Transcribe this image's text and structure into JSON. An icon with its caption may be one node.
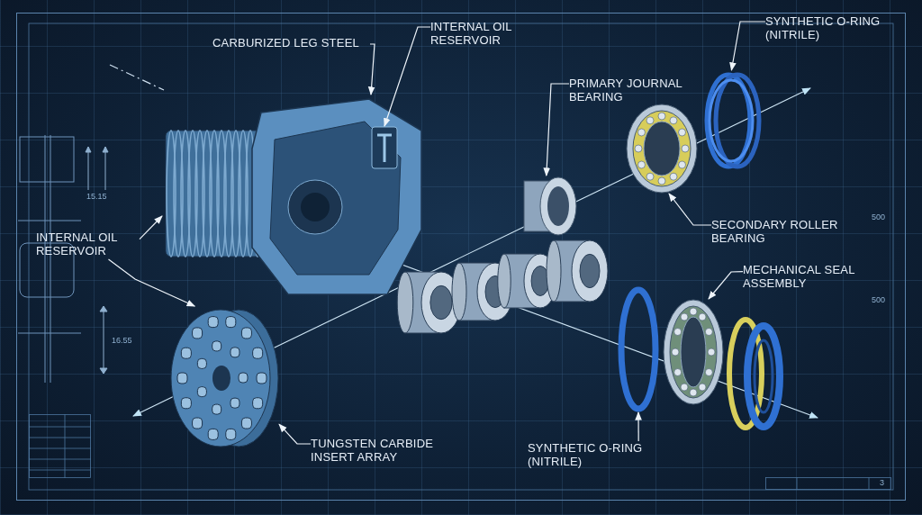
{
  "diagram": {
    "nodes": [
      {
        "text": [
          "CARBURIZED LEG STEEL"
        ]
      },
      {
        "text": [
          "INTERNAL OIL RESERVOIR"
        ]
      },
      {
        "text": [
          "PRIMARY JOURNAL BEARING"
        ]
      },
      {
        "text": [
          "SYNTHETIC O-RING (NITRILE)"
        ]
      },
      {
        "text": [
          "SECONDARY ROLLER BEARING"
        ]
      },
      {
        "text": [
          "INTERNAL OIL RESERVOIR"
        ]
      },
      {
        "text": [
          "MECHANICAL SEAL ASSEMBLY"
        ]
      },
      {
        "text": [
          "TUNGSTEN CARBIDE INSERT ARRAY"
        ]
      },
      {
        "text": [
          "SYNTHETIC O-RING (NITRILE)"
        ]
      },
      {
        "text": [],
        "shape": "picture"
      },
      {
        "text": [],
        "shape": "picture",
        "in": 9
      },
      {
        "text": [],
        "shape": "picture"
      },
      {
        "text": [],
        "shape": "picture"
      },
      {
        "text": [],
        "shape": "picture"
      },
      {
        "text": [],
        "shape": "picture"
      },
      {
        "text": [],
        "shape": "picture"
      },
      {
        "text": [],
        "shape": "circle"
      }
    ],
    "edges": [
      {
        "from": 0,
        "to": 9,
        "arrow": "to"
      },
      {
        "from": 1,
        "to": 10,
        "arrow": "to"
      },
      {
        "from": 2,
        "to": 11,
        "arrow": "to"
      },
      {
        "from": 3,
        "to": 12,
        "arrow": "to"
      },
      {
        "from": 4,
        "to": 13,
        "arrow": "to"
      },
      {
        "from": 5,
        "to": 9,
        "arrow": "to"
      },
      {
        "from": 5,
        "to": 14,
        "arrow": "to"
      },
      {
        "from": 6,
        "to": 15,
        "arrow": "to"
      },
      {
        "from": 7,
        "to": 14,
        "arrow": "to"
      },
      {
        "from": 8,
        "to": 16,
        "arrow": "to"
      }
    ],
    "labels": [
      "15.15",
      "500",
      "500",
      "16.55",
      "3"
    ]
  }
}
